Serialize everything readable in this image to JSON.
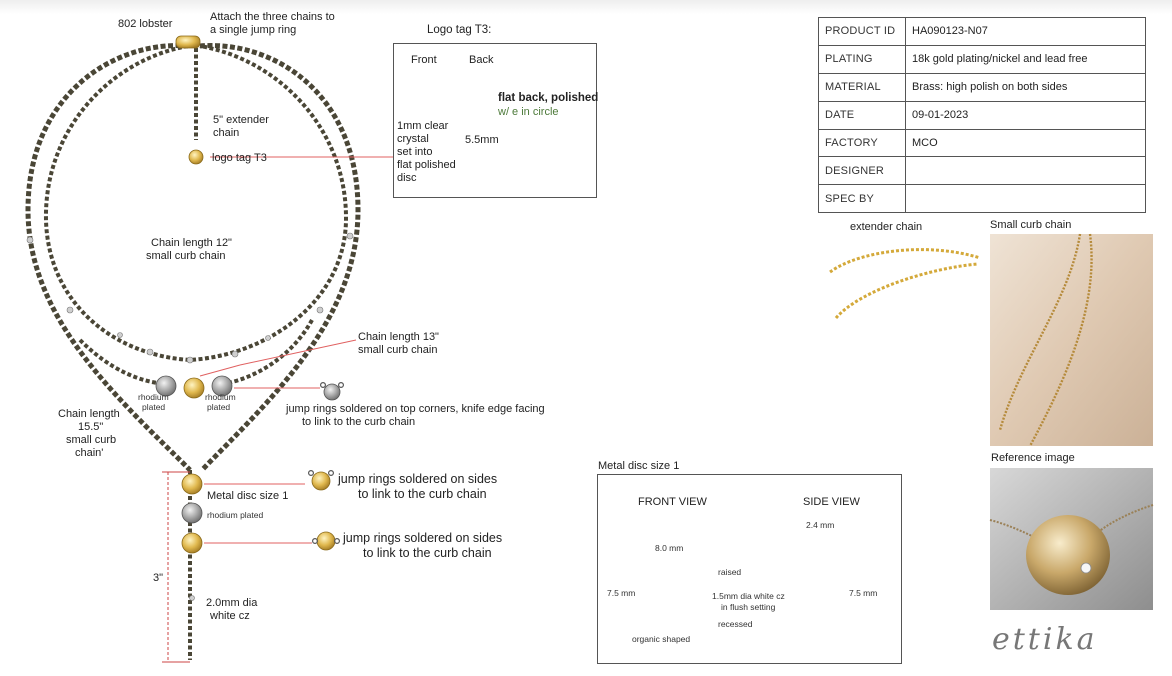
{
  "left": {
    "lobster": "802 lobster",
    "attach_line1": "Attach the three chains to",
    "attach_line2": "a single jump ring",
    "extender_line1": "5\" extender",
    "extender_line2": "chain",
    "logo_tag": "logo tag T3",
    "chain12_line1": "Chain length 12\"",
    "chain12_line2": "small curb chain",
    "chain13_line1": "Chain length 13\"",
    "chain13_line2": "small curb chain",
    "rhodium_plated_1a": "rhodium",
    "rhodium_plated_1b": "plated",
    "rhodium_plated_2a": "rhodium",
    "rhodium_plated_2b": "plated",
    "jump_top_line1": "jump rings soldered on top corners, knife edge facing",
    "jump_top_line2": "to link to the curb chain",
    "chain155_line1": "Chain length",
    "chain155_line2": "15.5\"",
    "chain155_line3": "small curb",
    "chain155_line4": "chain'",
    "metal_disc": "Metal disc size 1",
    "rhodium_plated_3": "rhodium plated",
    "jump_side1_line1": "jump rings soldered on sides",
    "jump_side1_line2": "to link to the curb chain",
    "jump_side2_line1": "jump rings soldered on sides",
    "jump_side2_line2": "to link to the curb chain",
    "three_in": "3\"",
    "cz_line1": "2.0mm dia",
    "cz_line2": "white cz"
  },
  "logo_box": {
    "title": "Logo tag T3:",
    "front": "Front",
    "back": "Back",
    "crystal_lines": [
      "1mm clear",
      "crystal",
      "set into",
      "flat polished",
      "disc"
    ],
    "back_line1": "flat back, polished",
    "back_line2": "w/ e in circle",
    "size": "5.5mm"
  },
  "spec_table": [
    {
      "key": "PRODUCT ID",
      "value": "HA090123-N07"
    },
    {
      "key": "PLATING",
      "value": "18k gold plating/nickel and lead free"
    },
    {
      "key": "MATERIAL",
      "value": "Brass: high polish on both sides"
    },
    {
      "key": "DATE",
      "value": "09-01-2023"
    },
    {
      "key": "FACTORY",
      "value": "MCO"
    },
    {
      "key": "DESIGNER",
      "value": ""
    },
    {
      "key": "SPEC BY",
      "value": ""
    }
  ],
  "right": {
    "extender_chain": "extender chain",
    "small_curb_chain": "Small curb chain",
    "reference_image": "Reference image",
    "brand": "ettika"
  },
  "disc_box": {
    "title": "Metal disc size 1",
    "front_view": "FRONT VIEW",
    "side_view": "SIDE VIEW",
    "width": "8.0 mm",
    "height": "7.5 mm",
    "raised": "raised",
    "cz_line1": "1.5mm dia white cz",
    "cz_line2": "in flush setting",
    "recessed": "recessed",
    "organic": "organic shaped",
    "side_width": "2.4 mm",
    "side_height": "7.5 mm"
  },
  "colors": {
    "gold": "#d9b04a",
    "chain": "#4a4636",
    "rhodium": "#9a9a9a",
    "leader_red": "#e06060"
  }
}
